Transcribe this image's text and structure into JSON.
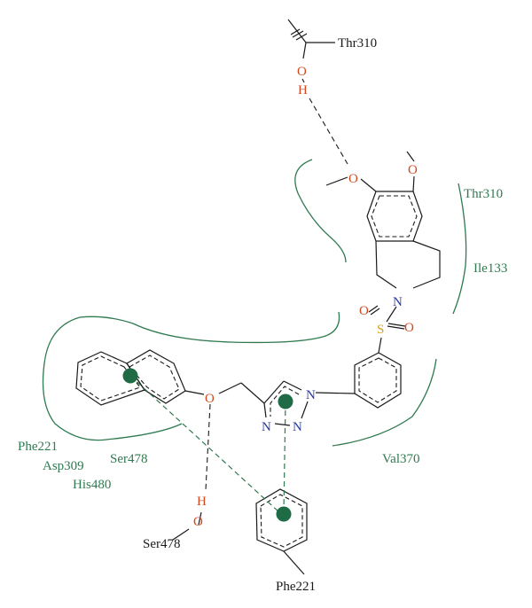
{
  "colors": {
    "residue": "#2f7a50",
    "oxygen": "#d44820",
    "nitrogen": "#2a3aa0",
    "sulfur": "#d4a220",
    "bond": "#1a1a1a",
    "centroid": "#1f6b45"
  },
  "residue_labels": {
    "thr310_top": "Thr310",
    "thr310_pocket": "Thr310",
    "ile133": "Ile133",
    "val370": "Val370",
    "phe221": "Phe221",
    "asp309": "Asp309",
    "his480": "His480",
    "ser478_pocket": "Ser478",
    "ser478_bottom": "Ser478",
    "phe221_bottom": "Phe221"
  },
  "atom_labels": {
    "thr_oxygen": "O",
    "thr_hydrogen": "H",
    "methoxy_oxygen_left": "O",
    "methoxy_oxygen_right": "O",
    "ring_nitrogen": "N",
    "sulfur": "S",
    "sulfonyl_oxygen_left": "O",
    "sulfonyl_oxygen_right": "O",
    "ether_oxygen": "O",
    "triazole_n1": "N",
    "triazole_n2": "N",
    "triazole_n3": "N",
    "ser_hydrogen": "H",
    "ser_oxygen": "O"
  }
}
